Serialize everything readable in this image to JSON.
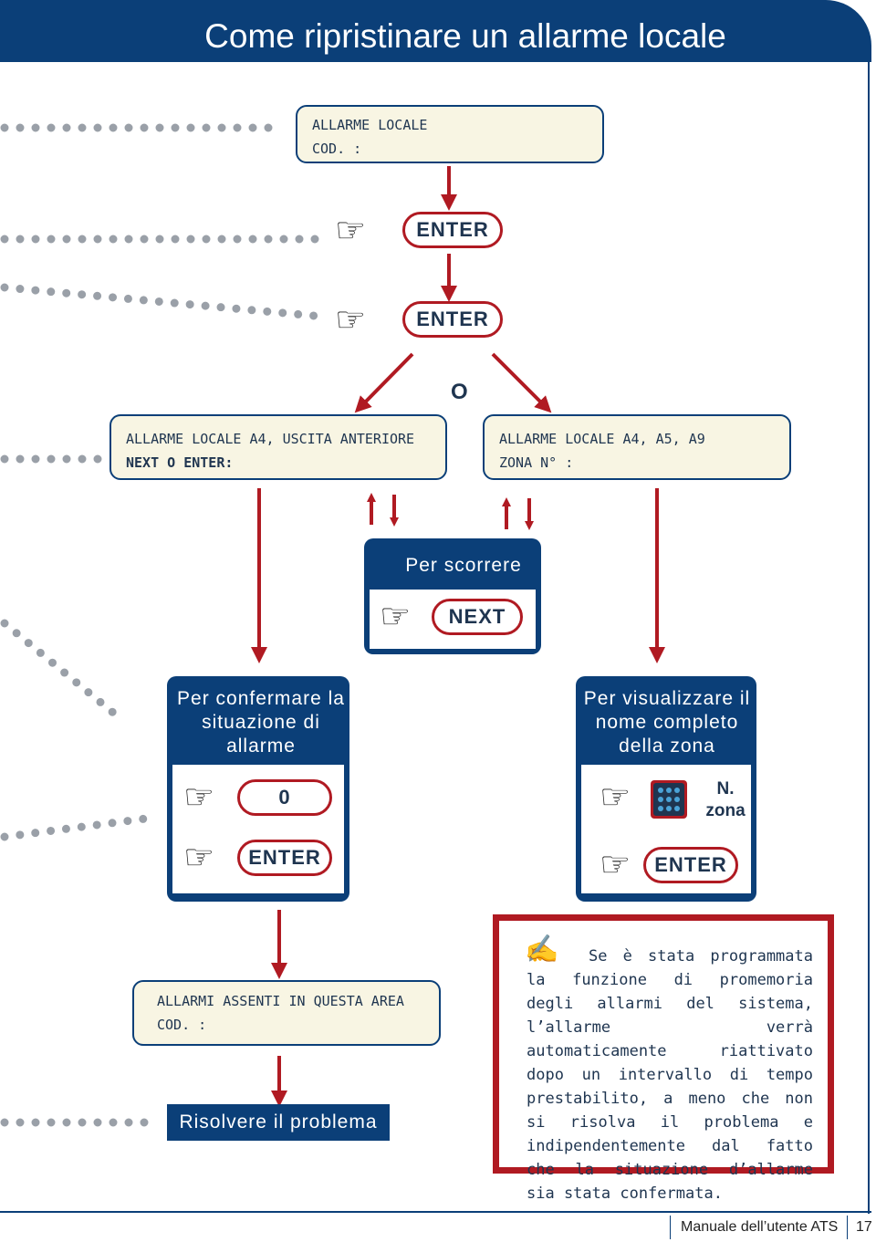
{
  "header": {
    "title": "Come ripristinare un allarme locale"
  },
  "screens": {
    "local_alarm": {
      "line1": "ALLARME LOCALE",
      "line2": "COD. :"
    },
    "alarm_front_exit": {
      "line1": "ALLARME LOCALE A4, USCITA ANTERIORE",
      "line2": "NEXT O ENTER:"
    },
    "alarm_zones": {
      "line1": "ALLARME LOCALE A4, A5, A9",
      "line2": "ZONA N° :"
    },
    "no_alarms": {
      "line1": "ALLARMI ASSENTI IN QUESTA AREA",
      "line2": "COD. :"
    }
  },
  "keys": {
    "enter": "ENTER",
    "next": "NEXT",
    "zero": "0",
    "zone_number": "N.\nzona"
  },
  "connector_or": "O",
  "panels": {
    "scroll": {
      "title": "Per scorrere"
    },
    "confirm": {
      "title": "Per confermare la situazione di allarme"
    },
    "view_zone": {
      "title": "Per visualizzare il nome completo della zona"
    }
  },
  "result": "Risolvere il problema",
  "note": "Se è stata programmata la funzione di promemoria degli allarmi del sistema, l’allarme verrà automaticamente riattivato dopo un intervallo di tempo prestabilito, a meno che non si risolva il problema e indipendentemente dal fatto che la situazione d’allarme sia stata confermata.",
  "footer": {
    "manual": "Manuale dell’utente ATS",
    "page": "17"
  },
  "colors": {
    "navy": "#0b3f78",
    "red": "#b01a22",
    "screen_bg": "#f8f5e3",
    "dots": "#9aa0a8"
  },
  "icons": {
    "pointer": "pointing-hand-icon",
    "keypad": "keypad-icon",
    "note": "writing-hand-icon"
  }
}
